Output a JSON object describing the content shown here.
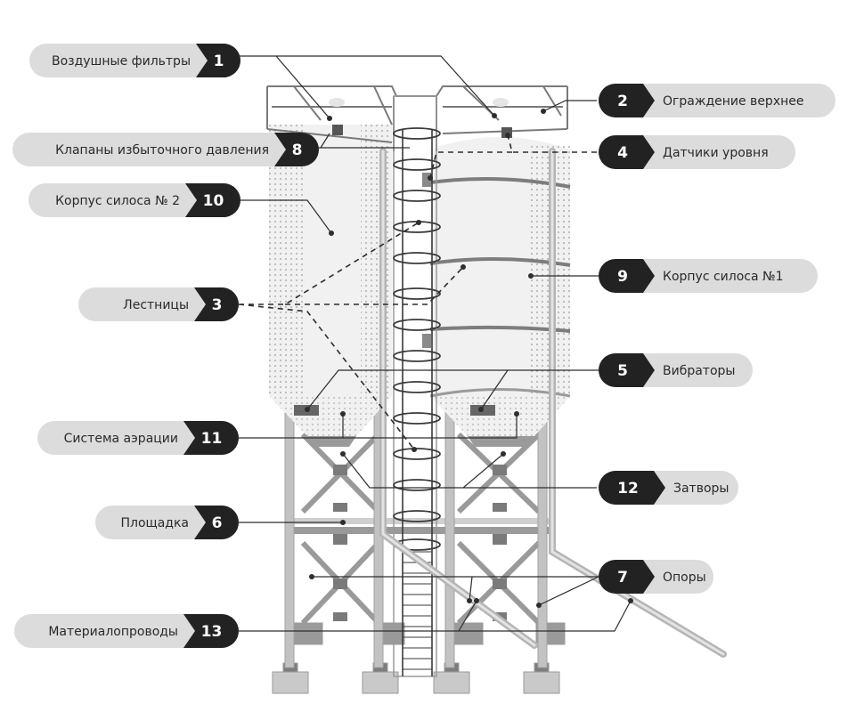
{
  "colors": {
    "pill": "#dcdcdc",
    "badge": "#222222",
    "metal": "#b9b9b9",
    "metal_dark": "#7d7d7d",
    "shell": "#f1f1f1",
    "outline": "#2d2d2d",
    "dots": "#bcbcbc"
  },
  "labels": [
    {
      "id": "vozd",
      "number": "1",
      "text": "Воздушные фильтры"
    },
    {
      "id": "ograzh",
      "number": "2",
      "text": "Ограждение верхнее"
    },
    {
      "id": "lestn",
      "number": "3",
      "text": "Лестницы"
    },
    {
      "id": "datch",
      "number": "4",
      "text": "Датчики уровня"
    },
    {
      "id": "vibr",
      "number": "5",
      "text": "Вибраторы"
    },
    {
      "id": "ploshch",
      "number": "6",
      "text": "Площадка"
    },
    {
      "id": "opory",
      "number": "7",
      "text": "Опоры"
    },
    {
      "id": "klap",
      "number": "8",
      "text": "Клапаны избыточного давления"
    },
    {
      "id": "korp1",
      "number": "9",
      "text": "Корпус силоса №1"
    },
    {
      "id": "korp2",
      "number": "10",
      "text": "Корпус силоса № 2"
    },
    {
      "id": "aer",
      "number": "11",
      "text": "Система аэрации"
    },
    {
      "id": "zatv",
      "number": "12",
      "text": "Затворы"
    },
    {
      "id": "mater",
      "number": "13",
      "text": "Материалопроводы"
    }
  ]
}
